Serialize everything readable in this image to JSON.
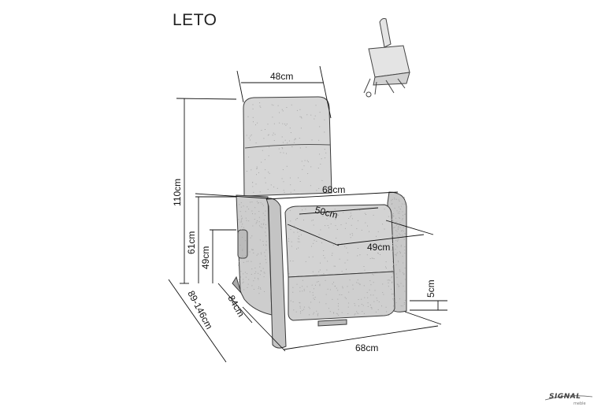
{
  "product": {
    "name": "LETO"
  },
  "dimensions": {
    "width_back": "48cm",
    "height_total": "110cm",
    "width_top": "68cm",
    "armrest_height": "61cm",
    "seat_height": "49cm",
    "seat_width": "50cm",
    "seat_depth": "49cm",
    "depth": "84cm",
    "depth_reclined": "89-146cm",
    "width_bottom": "68cm",
    "foot_height": "5cm"
  },
  "brand": {
    "name": "SIGNAL",
    "sub": "meble"
  }
}
